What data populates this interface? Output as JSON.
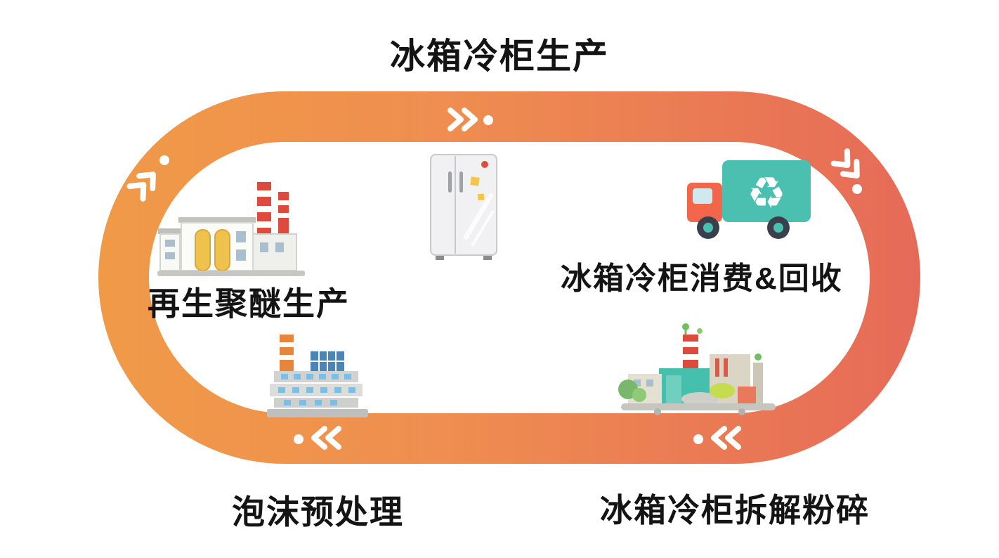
{
  "diagram": {
    "type": "cycle",
    "direction": "clockwise",
    "stages": [
      {
        "id": "production",
        "label": "冰箱冷柜生产"
      },
      {
        "id": "consumption-recycling",
        "label": "冰箱冷柜消费&回收"
      },
      {
        "id": "dismantling-shredding",
        "label": "冰箱冷柜拆解粉碎"
      },
      {
        "id": "foam-pretreatment",
        "label": "泡沫预处理"
      },
      {
        "id": "recycled-polyether-production",
        "label": "再生聚醚生产"
      }
    ]
  },
  "icons": {
    "recycle_symbol": "♻"
  },
  "colors": {
    "ring_gradient_start": "#F09A48",
    "ring_gradient_end": "#E66A58",
    "arrow_white": "#FFFFFF",
    "truck_box_teal": "#4BC0B1",
    "truck_cab_orange": "#F2664C",
    "chimney_red": "#DD4B3E",
    "chimney_orange": "#E8853C",
    "silo_yellow": "#EFC14D",
    "text_black": "#141414"
  }
}
